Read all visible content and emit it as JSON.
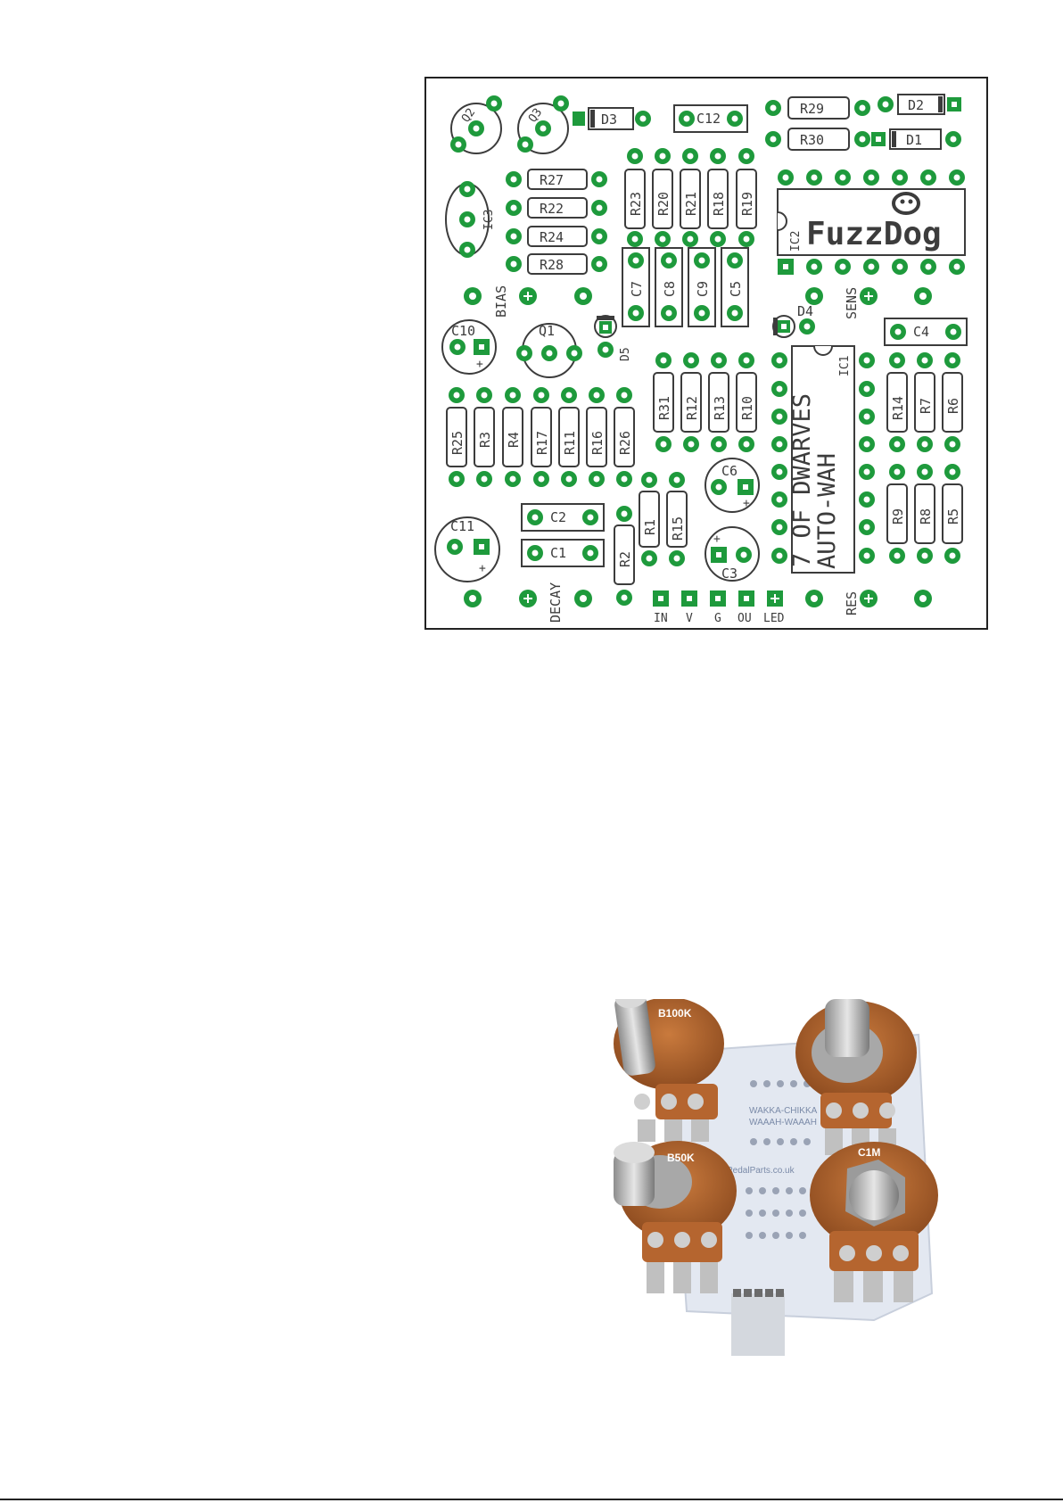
{
  "pcb": {
    "logo_text": "FuzzDog",
    "title_line1": "7 OF DWARVES",
    "title_line2": "AUTO-WAH",
    "resistors": [
      "R29",
      "R30",
      "R27",
      "R22",
      "R24",
      "R28",
      "R23",
      "R20",
      "R21",
      "R18",
      "R19",
      "R25",
      "R3",
      "R4",
      "R17",
      "R11",
      "R16",
      "R26",
      "R31",
      "R12",
      "R13",
      "R10",
      "R14",
      "R7",
      "R6",
      "R9",
      "R8",
      "R5",
      "R1",
      "R15",
      "R2"
    ],
    "film_caps": [
      "C12",
      "C7",
      "C8",
      "C9",
      "C5",
      "C4",
      "C2",
      "C1"
    ],
    "electrolytic_caps": [
      "C10",
      "C11",
      "C6",
      "C3"
    ],
    "diodes": [
      "D3",
      "D2",
      "D1",
      "D4",
      "D5"
    ],
    "transistors": [
      "Q2",
      "Q3",
      "Q1"
    ],
    "ics": [
      "IC1",
      "IC2",
      "IC3"
    ],
    "pot_labels": {
      "bias": "BIAS",
      "sens": "SENS",
      "decay": "DECAY",
      "res": "RES"
    },
    "io_labels": [
      "IN",
      "V",
      "G",
      "OU",
      "LED"
    ]
  },
  "photo": {
    "pot_top_left": "B100K",
    "pot_bottom_left": "B50K",
    "pot_bottom_right": "C1M",
    "board_line1": "WAKKA-CHIKKA",
    "board_line2": "WAAAH-WAAAH",
    "board_url": "PedalParts.co.uk"
  },
  "colors": {
    "pad_green": "#1e9a3c",
    "outline": "#3c3c3c",
    "board_white": "#dfe6f2",
    "pot_brown": "#b5652f"
  }
}
